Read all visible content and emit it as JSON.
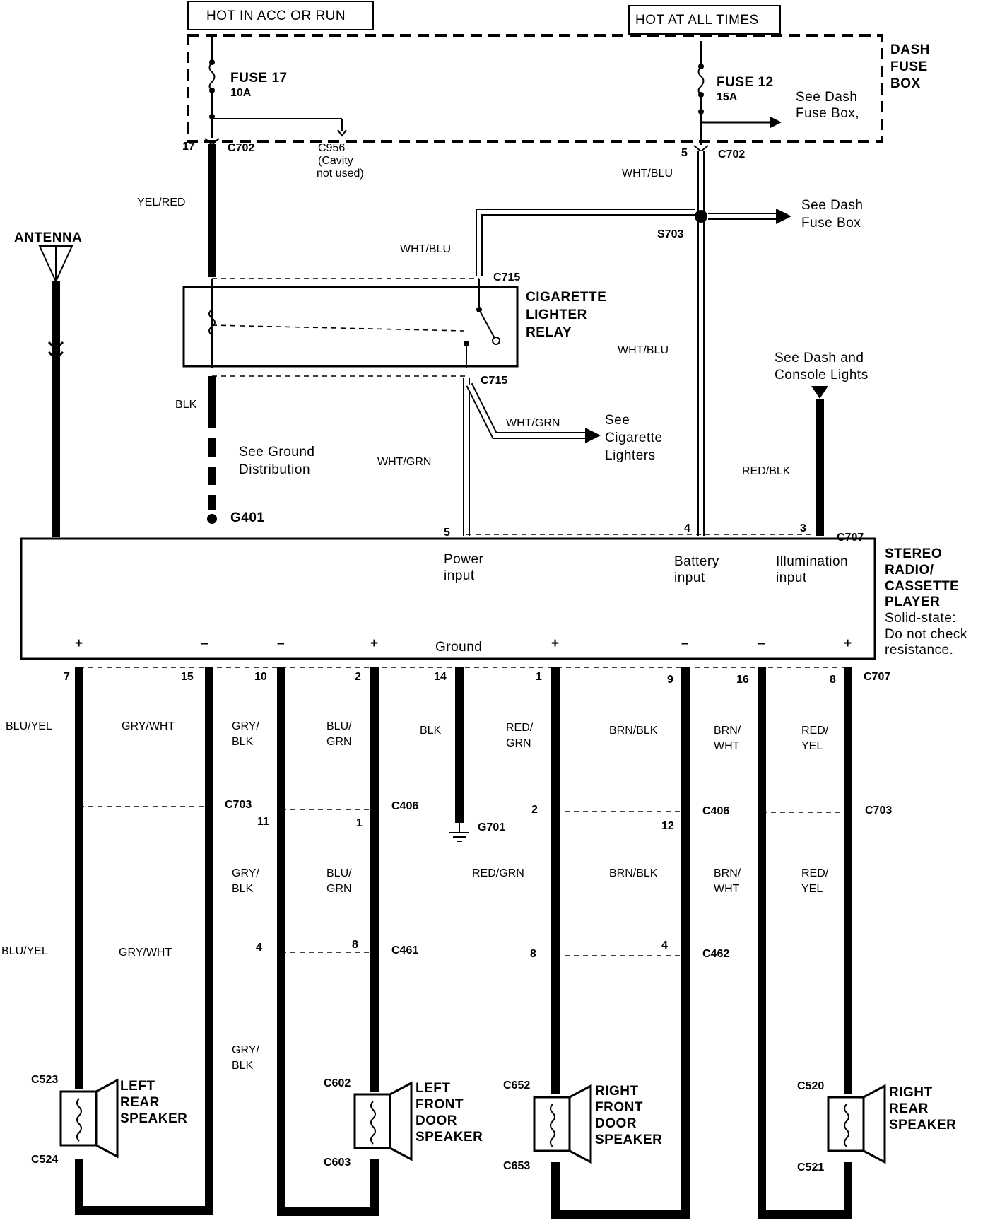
{
  "power": {
    "hot_acc": "HOT IN ACC OR RUN",
    "hot_all": "HOT AT ALL TIMES",
    "dash_fuse_box": [
      "DASH",
      "FUSE",
      "BOX"
    ],
    "fuse17": {
      "name": "FUSE 17",
      "rating": "10A"
    },
    "fuse12": {
      "name": "FUSE 12",
      "rating": "15A"
    },
    "see_dash_fuse_box_1": [
      "See Dash",
      "Fuse Box,"
    ],
    "see_dash_fuse_box_2": [
      "See Dash",
      "Fuse Box"
    ],
    "c956": [
      "C956",
      "(Cavity",
      "not used)"
    ]
  },
  "connectors": {
    "pin17": "17",
    "c702_left": "C702",
    "pin5_top": "5",
    "c702_right": "C702",
    "s703": "S703",
    "c715_top": "C715",
    "c715_bottom": "C715",
    "g401": "G401",
    "pin5_radio": "5",
    "pin4_radio": "4",
    "pin3_radio": "3",
    "c707_top": "C707",
    "c707_bottom": "C707",
    "g701": "G701",
    "c703_left": "C703",
    "c406_left": "C406",
    "c406_right": "C406",
    "c703_right": "C703",
    "c461": "C461",
    "c462": "C462",
    "c523": "C523",
    "c524": "C524",
    "c602": "C602",
    "c603": "C603",
    "c652": "C652",
    "c653": "C653",
    "c520": "C520",
    "c521": "C521",
    "p11": "11",
    "p1": "1",
    "p2": "2",
    "p12": "12",
    "p4a": "4",
    "p8a": "8",
    "p8b": "8",
    "p4b": "4"
  },
  "wires": {
    "yel_red": "YEL/RED",
    "wht_blu_1": "WHT/BLU",
    "wht_blu_2": "WHT/BLU",
    "wht_blu_3": "WHT/BLU",
    "blk_1": "BLK",
    "wht_grn_1": "WHT/GRN",
    "wht_grn_2": "WHT/GRN",
    "red_blk": "RED/BLK",
    "blk_2": "BLK"
  },
  "components": {
    "antenna": "ANTENNA",
    "relay": [
      "CIGARETTE",
      "LIGHTER",
      "RELAY"
    ],
    "see_ground": [
      "See Ground",
      "Distribution"
    ],
    "see_lighters": [
      "See",
      "Cigarette",
      "Lighters"
    ],
    "see_dash_console": [
      "See Dash and",
      "Console Lights"
    ],
    "radio": [
      "STEREO",
      "RADIO/",
      "CASSETTE",
      "PLAYER",
      "Solid-state:",
      "Do not check",
      "resistance."
    ],
    "power_input": [
      "Power",
      "input"
    ],
    "battery_input": [
      "Battery",
      "input"
    ],
    "illumination_input": [
      "Illumination",
      "input"
    ],
    "ground": "Ground",
    "left_rear": [
      "LEFT",
      "REAR",
      "SPEAKER"
    ],
    "left_front": [
      "LEFT",
      "FRONT",
      "DOOR",
      "SPEAKER"
    ],
    "right_front": [
      "RIGHT",
      "FRONT",
      "DOOR",
      "SPEAKER"
    ],
    "right_rear": [
      "RIGHT",
      "REAR",
      "SPEAKER"
    ]
  },
  "speaker_wires": [
    {
      "pin": "7",
      "polarity": "+",
      "color_top": [
        "BLU/YEL"
      ],
      "color_mid": [
        "BLU/YEL"
      ]
    },
    {
      "pin": "15",
      "polarity": "–",
      "color_top": [
        "GRY/WHT"
      ],
      "color_mid": [
        "GRY/WHT"
      ]
    },
    {
      "pin": "10",
      "polarity": "–",
      "color_top": [
        "GRY/",
        "BLK"
      ],
      "color_mid": [
        "GRY/",
        "BLK"
      ],
      "color_low": [
        "GRY/",
        "BLK"
      ]
    },
    {
      "pin": "2",
      "polarity": "+",
      "color_top": [
        "BLU/",
        "GRN"
      ],
      "color_mid": [
        "BLU/",
        "GRN"
      ]
    },
    {
      "pin": "14",
      "polarity": "",
      "color_top": [
        "BLK"
      ]
    },
    {
      "pin": "1",
      "polarity": "+",
      "color_top": [
        "RED/",
        "GRN"
      ],
      "color_mid": [
        "RED/GRN"
      ]
    },
    {
      "pin": "9",
      "polarity": "–",
      "color_top": [
        "BRN/BLK"
      ],
      "color_mid": [
        "BRN/BLK"
      ]
    },
    {
      "pin": "16",
      "polarity": "–",
      "color_top": [
        "BRN/",
        "WHT"
      ],
      "color_mid": [
        "BRN/",
        "WHT"
      ]
    },
    {
      "pin": "8",
      "polarity": "+",
      "color_top": [
        "RED/",
        "YEL"
      ],
      "color_mid": [
        "RED/",
        "YEL"
      ]
    }
  ]
}
